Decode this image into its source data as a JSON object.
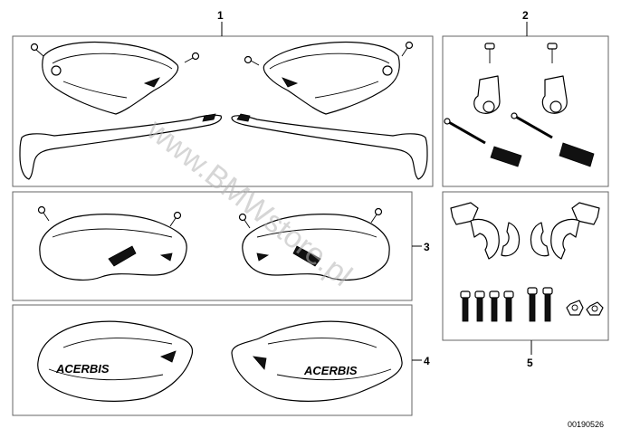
{
  "callouts": {
    "c1": "1",
    "c2": "2",
    "c3": "3",
    "c4": "4",
    "c5": "5"
  },
  "diagram_code": "00190526",
  "watermark": "www.BMWstore.pl",
  "brand_logo": "ACERBIS"
}
